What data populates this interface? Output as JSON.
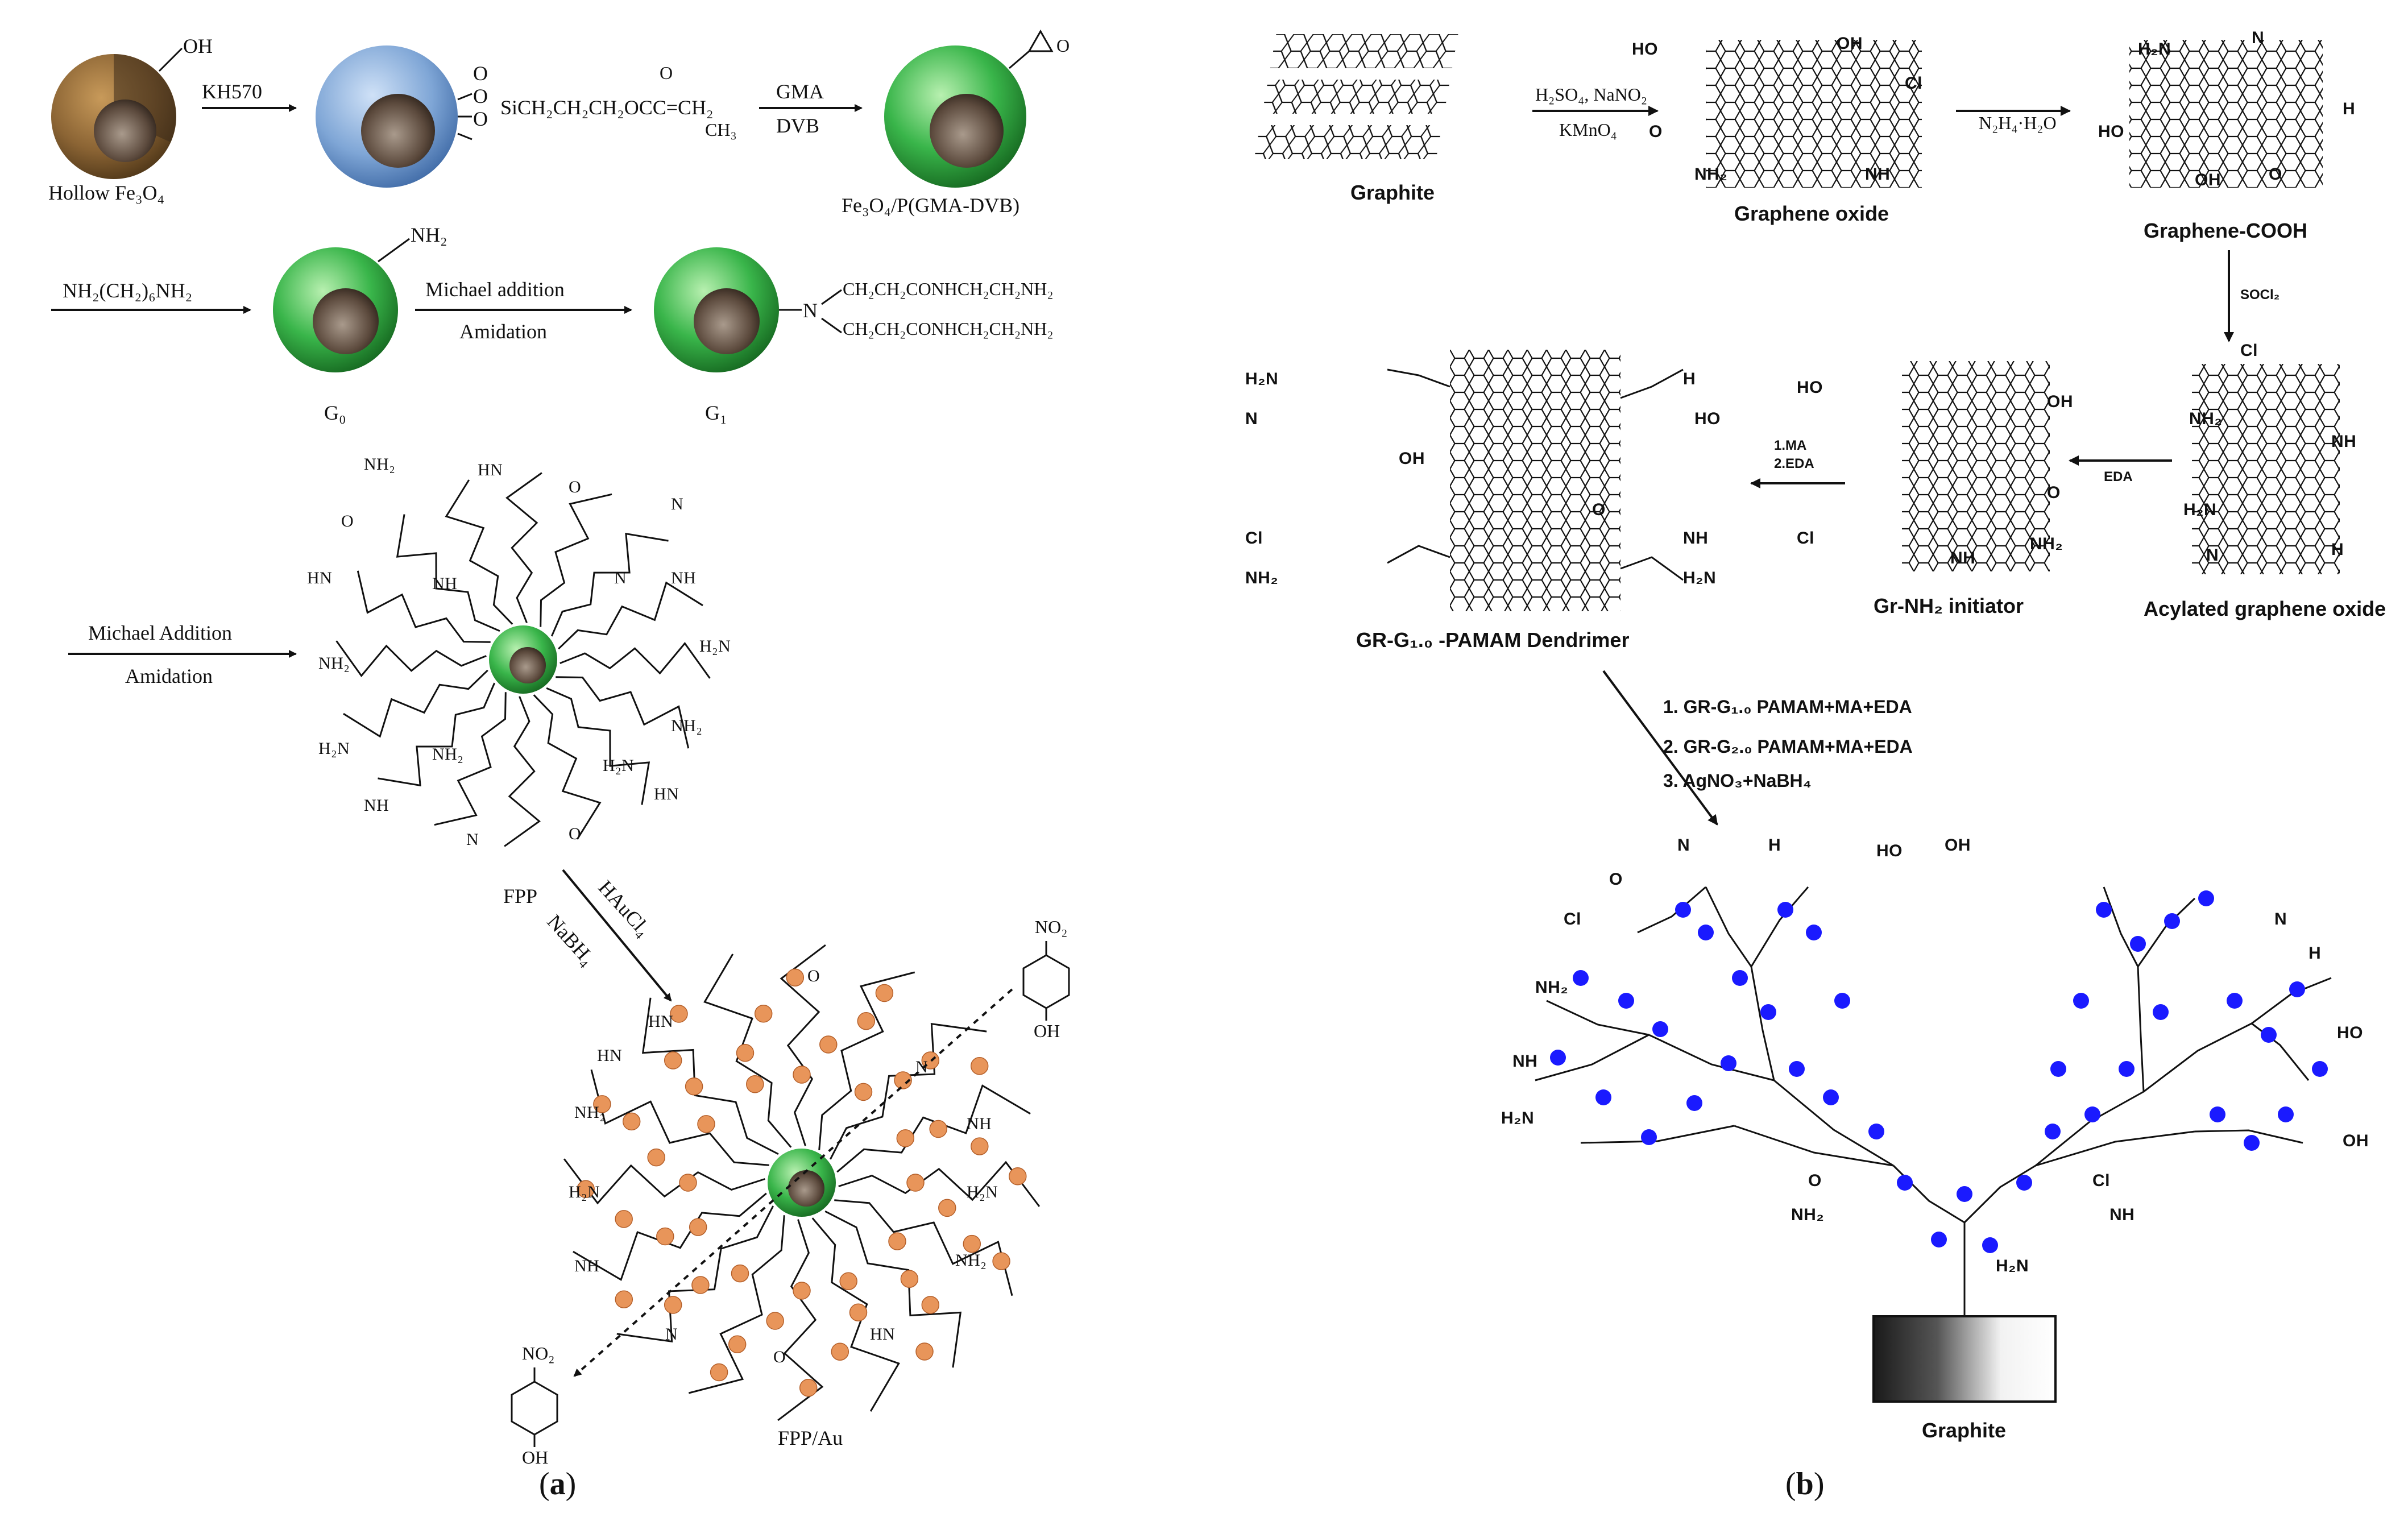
{
  "panel_a": {
    "label": "(a)",
    "label_letter": "a",
    "hollow_label": "Hollow Fe₃O₄",
    "oh_label": "OH",
    "reagent_kh570": "KH570",
    "silane_chain": "SiCH₂CH₂CH₂OCC=CH₂",
    "silane_o": "O",
    "silane_ch3": "CH₃",
    "gma": "GMA",
    "dvb": "DVB",
    "epoxide_o": "O",
    "product_label": "Fe₃O₄/P(GMA-DVB)",
    "diamine": "NH₂(CH₂)₆NH₂",
    "nh2_label": "NH₂",
    "step2_top": "Michael addition",
    "step2_bottom": "Amidation",
    "g0_label": "G₀",
    "g1_label": "G₁",
    "g1_arm_top": "CH₂CH₂CONHCH₂CH₂NH₂",
    "g1_arm_bottom": "CH₂CH₂CONHCH₂CH₂NH₂",
    "g1_n": "N",
    "step3_top": "Michael Addition",
    "step3_bottom": "Amidation",
    "fpp_label": "FPP",
    "haucl4": "HAuCl₄",
    "nabh4": "NaBH₄",
    "fppau_label": "FPP/Au",
    "nitrophenol_no2": "NO₂",
    "nitrophenol_oh": "OH",
    "aminophenol_no2": "NO₂",
    "aminophenol_oh": "OH",
    "dendron_groups": [
      "NH₂",
      "HN",
      "O",
      "N",
      "NH",
      "H₂N"
    ]
  },
  "panel_b": {
    "label": "(b)",
    "label_letter": "b",
    "graphite_top": "Graphite",
    "ox_reagents_top": "H₂SO₄, NaNO₂",
    "ox_reagents_bottom": "KMnO₄",
    "graphene_oxide": "Graphene oxide",
    "hydrazine": "N₂H₄·H₂O",
    "graphene_cooh": "Graphene-COOH",
    "socl2": "SOCl₂",
    "eda": "EDA",
    "acylated": "Acylated graphene oxide",
    "initiator": "Gr-NH₂ initiator",
    "ma_step1": "1.MA",
    "ma_step2": "2.EDA",
    "dendrimer": "GR-G₁.₀ -PAMAM Dendrimer",
    "step_1": "1. GR-G₁.₀ PAMAM+MA+EDA",
    "step_2": "2. GR-G₂.₀ PAMAM+MA+EDA",
    "step_3": "3. AgNO₃+NaBH₄",
    "graphite_bottom": "Graphite",
    "func_groups": [
      "HO",
      "OH",
      "O",
      "Cl",
      "NH₂",
      "NH",
      "H₂N",
      "N",
      "H"
    ]
  },
  "colors": {
    "fe3o4_shell": "#8b6434",
    "kh570_shell": "#7fa6d6",
    "polymer_shell": "#39b54a",
    "core": "#5c4a3d",
    "gold_particle": "#e8955a",
    "silver_particle": "#1a1aff"
  }
}
